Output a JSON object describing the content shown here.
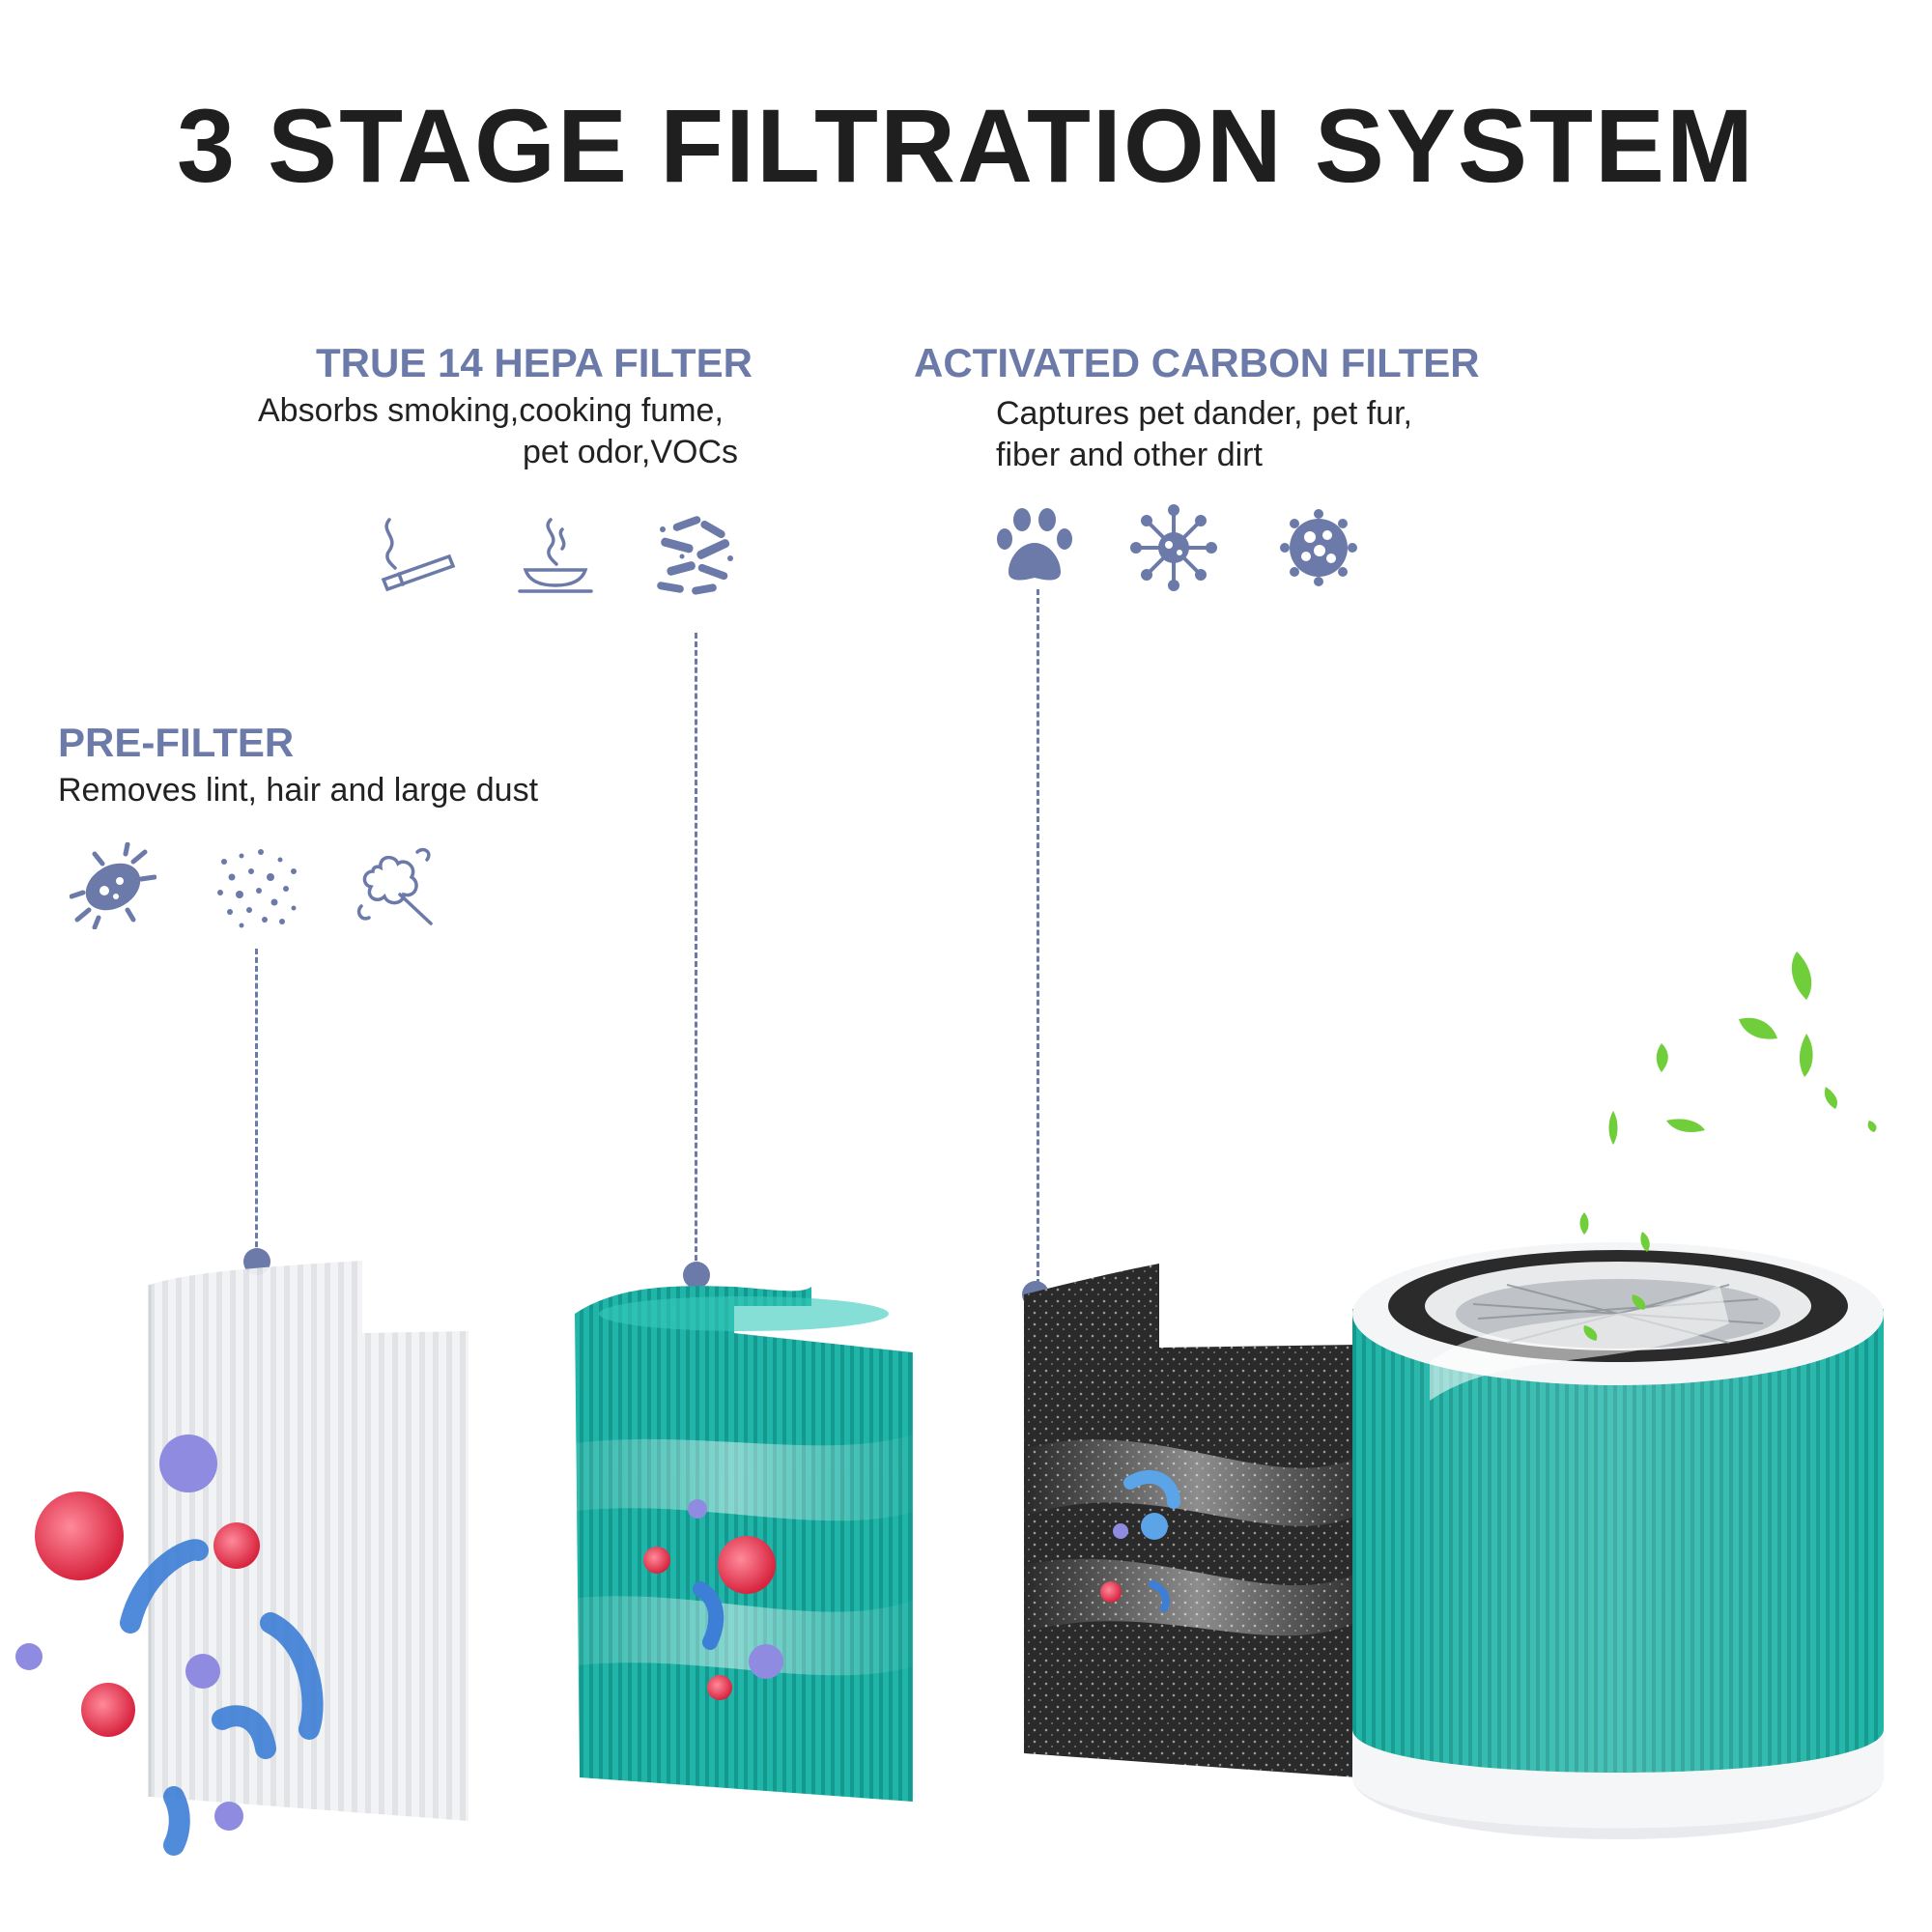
{
  "title": "3 STAGE FILTRATION SYSTEM",
  "hepa": {
    "heading": "TRUE 14 HEPA FILTER",
    "desc_line1": "Absorbs smoking,cooking fume,",
    "desc_line2": "pet odor,VOCs",
    "icons": [
      "cigarette-icon",
      "hot-food-steam-icon",
      "voc-molecules-icon"
    ]
  },
  "carbon": {
    "heading": "ACTIVATED CARBON FILTER",
    "desc_line1": "Captures pet dander, pet fur,",
    "desc_line2": "fiber and other dirt",
    "icons": [
      "paw-icon",
      "virus-icon",
      "dust-ball-icon"
    ]
  },
  "prefilter": {
    "heading": "PRE-FILTER",
    "desc": "Removes lint, hair and large dust",
    "icons": [
      "bacteria-icon",
      "dust-particles-icon",
      "hair-lint-icon"
    ]
  },
  "colors": {
    "accent": "#6b7aa8",
    "teal": "#1fb5a8",
    "carbon": "#2e2e2e",
    "germ_red": "#e0334f",
    "germ_blue": "#3d7fd6",
    "leaf_green": "#6fce3a"
  }
}
